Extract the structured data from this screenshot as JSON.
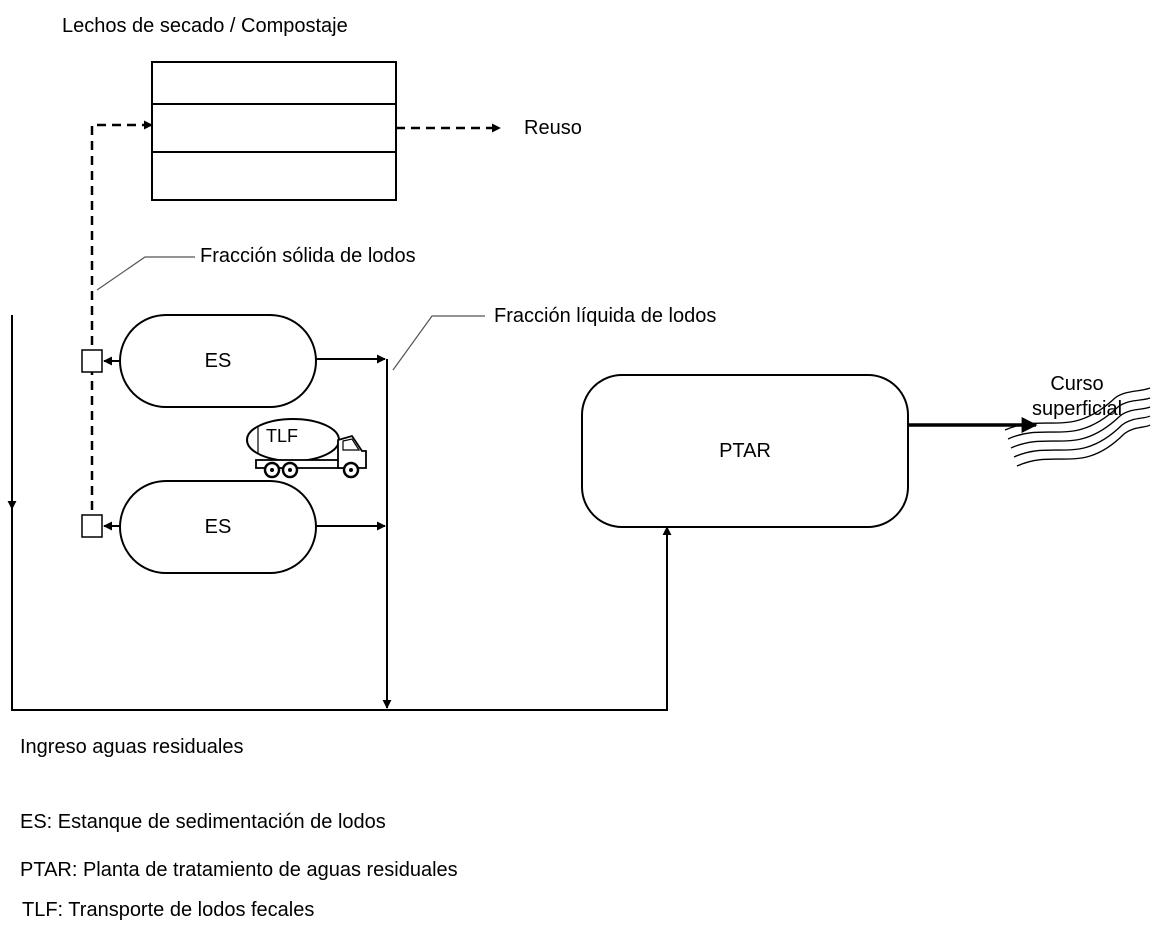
{
  "labels": {
    "drying_beds": "Lechos de secado / Compostaje",
    "reuse": "Reuso",
    "solid_fraction": "Fracción sólida de lodos",
    "liquid_fraction": "Fracción líquida de lodos",
    "es_top": "ES",
    "es_bottom": "ES",
    "tlf": "TLF",
    "ptar": "PTAR",
    "surface_course_line1": "Curso",
    "surface_course_line2": "superficial",
    "inflow": "Ingreso aguas residuales"
  },
  "legend": [
    "ES: Estanque de sedimentación de lodos",
    "PTAR: Planta de tratamiento de aguas residuales",
    "TLF: Transporte de lodos fecales"
  ]
}
